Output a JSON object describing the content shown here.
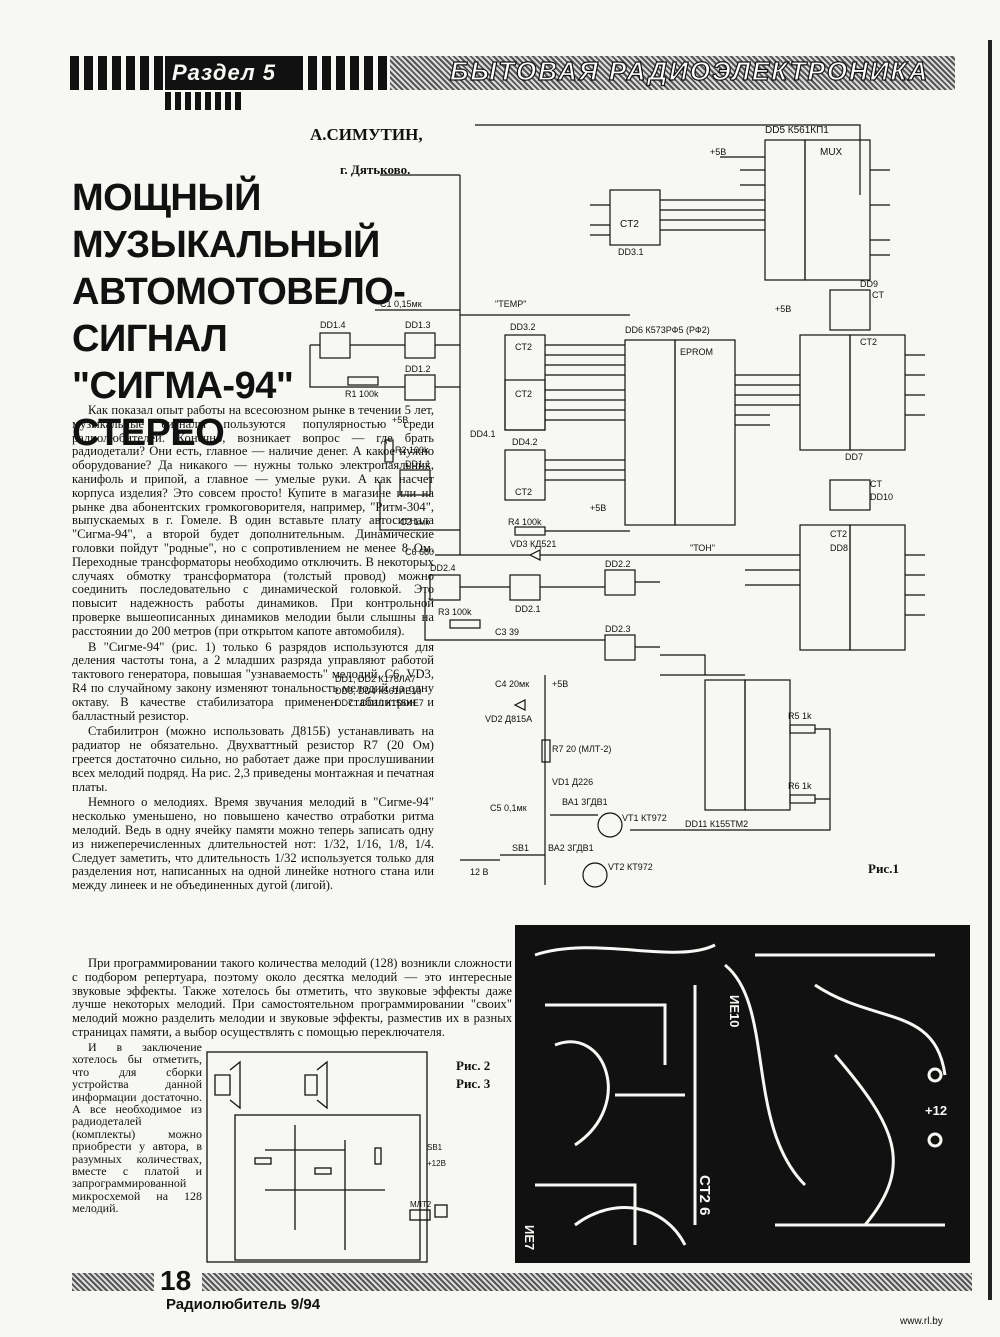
{
  "header": {
    "section": "Раздел 5",
    "topic": "БЫТОВАЯ РАДИОЭЛЕКТРОНИКА"
  },
  "article": {
    "author": "А.СИМУТИН,",
    "city": "г. Дятьково.",
    "title_lines": [
      "МОЩНЫЙ",
      "МУЗЫКАЛЬНЫЙ",
      "АВТОМОТОВЕЛО-",
      "СИГНАЛ",
      "\"СИГМА-94\"",
      "СТЕРЕО"
    ],
    "col1_paragraphs": [
      "Как показал опыт работы на всесоюзном рынке в течении 5 лет, музыкальные сигналы пользуются популярностью среди радиолюбителей. Конечно, возникает вопрос — где брать радиодетали? Они есть, главное — наличие денег. А какое нужно оборудование? Да никакого — нужны только электропаяльник, канифоль и припой, а главное — умелые руки. А как насчет корпуса изделия? Это совсем просто! Купите в магазине или на рынке два абонентских громкоговорителя, например, \"Ритм-304\", выпускаемых в г. Гомеле. В один вставьте плату автосигнала \"Сигма-94\", а второй будет дополнительным. Динамические головки пойдут \"родные\", но с сопротивлением не менее 8 Ом. Переходные трансформаторы необходимо отключить. В некоторых случаях обмотку трансформатора (толстый провод) можно соединить последовательно с динамической головкой. Это повысит надежность работы динамиков. При контрольной проверке вышеописанных динамиков мелодии были слышны на расстоянии до 200 метров (при открытом капоте автомобиля).",
      "В \"Сигме-94\" (рис. 1) только 6 разрядов используются для деления частоты тона, а 2 младших разряда управляют работой тактового генератора, повышая \"узнаваемость\" мелодий. С6, VD3, R4 по случайному закону изменяют тональность мелодий на одну октаву. В качестве стабилизатора применен стабилитрон и балластный резистор.",
      "Стабилитрон (можно использовать Д815Б) устанавливать на радиатор не обязательно. Двухваттный резистор R7 (20 Ом) греется достаточно сильно, но работает даже при прослушивании всех мелодий подряд. На рис. 2,3 приведены монтажная и печатная платы.",
      "Немного о мелодиях. Время звучания мелодий в \"Сигме-94\" несколько уменьшено, но повышено качество отработки ритма мелодий. Ведь в одну ячейку памяти можно теперь записать одну из нижеперечисленных длительностей нот: 1/32, 1/16, 1/8, 1/4. Следует заметить, что длительность 1/32 используется только для разделения нот, написанных на одной линейке нотного стана или между линеек и не объединенных дугой (лигой)."
    ],
    "full_paragraph": "При программировании такого количества мелодий (128) возникли сложности с подбором репертуара, поэтому около десятка мелодий — это интересные звуковые эффекты. Также хотелось бы отметить, что звуковые эффекты даже лучше некоторых мелодий. При самостоятельном программировании \"своих\" мелодий можно разделить мелодии и звуковые эффекты, разместив их в разных страницах памяти, а выбор осуществлять с помощью переключателя.",
    "narrow_paragraph": "И в заключение хотелось бы отметить, что для сборки устройства данной информации достаточно. А все необходимое из радиодеталей (комплекты) можно приобрести у автора, в разумных количествах, вместе с платой и запрограммированной микросхемой на 128 мелодий."
  },
  "figures": {
    "fig1": "Рис.1",
    "fig2": "Рис. 2",
    "fig3": "Рис. 3"
  },
  "schematic_labels": {
    "dd5": "DD5 К561КП1",
    "mux": "MUX",
    "dd6": "DD6 К573РФ5 (РФ2)",
    "eprom": "EPROM",
    "dd3_2": "DD3.2",
    "dd3_1": "DD3.1",
    "dd4_1": "DD4.1",
    "dd4_2": "DD4.2",
    "dd1_4": "DD1.4",
    "dd1_3": "DD1.3",
    "dd1_2": "DD1.2",
    "dd1_1": "DD1.1",
    "dd2_4": "DD2.4",
    "dd2_1": "DD2.1",
    "dd2_2": "DD2.2",
    "dd2_3": "DD2.3",
    "dd7": "DD7",
    "dd8": "DD8",
    "dd9": "DD9",
    "dd10": "DD10",
    "dd11": "DD11 К155ТМ2",
    "c1": "C1 0,15мк",
    "c2": "C2 1мк",
    "c3": "C3 39",
    "c4": "C4 20мк",
    "c5": "C5 0,1мк",
    "c6": "C6 680",
    "r1": "R1 100k",
    "r2": "R2 100k",
    "r3": "R3 100k",
    "r4": "R4 100k",
    "r5": "R5 1k",
    "r6": "R6 1k",
    "r7": "R7 20 (МЛТ-2)",
    "vd1": "VD1 Д226",
    "vd2": "VD2 Д815А",
    "vd3": "VD3 КД521",
    "vt1": "VT1 КТ972",
    "vt2": "VT2 КТ972",
    "ba1": "ВА1 3ГДВ1",
    "ba2": "ВА2 3ГДВ1",
    "sb1": "SB1",
    "v12": "12 В",
    "p5v": "+5В",
    "temp": "\"ТЕМР\"",
    "ton": "\"ТОН\"",
    "ct2": "CT2",
    "ct": "CT",
    "legend1": "DD1, DD2 К176ЛА7",
    "legend2": "DD3, DD4 К561ИЕ10",
    "legend3": "DD7...DD10 К155ИЕ7"
  },
  "pcb_labels": {
    "ie10": "ИЕ10",
    "ct2": "СТ2 6",
    "ie7": "ИЕ7",
    "plus12": "+12"
  },
  "fig2_labels": {
    "sb1": "SB1",
    "v12": "+12В",
    "mlt": "МЛТ2"
  },
  "footer": {
    "page": "18",
    "journal": "Радиолюбитель 9/94",
    "url": "www.rl.by"
  }
}
